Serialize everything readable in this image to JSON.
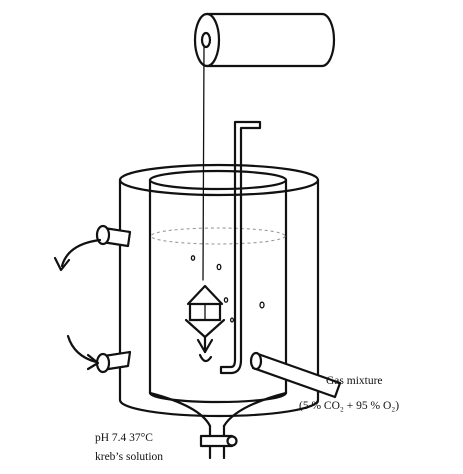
{
  "labels": {
    "gas_mixture_title": "Gas mixture",
    "gas_mixture_composition": "(5 % CO₂ + 95 % O₂)",
    "solution_conditions": "pH 7.4 37°C",
    "solution_name": "kreb’s solution"
  },
  "colors": {
    "stroke": "#111111",
    "background": "#ffffff"
  }
}
